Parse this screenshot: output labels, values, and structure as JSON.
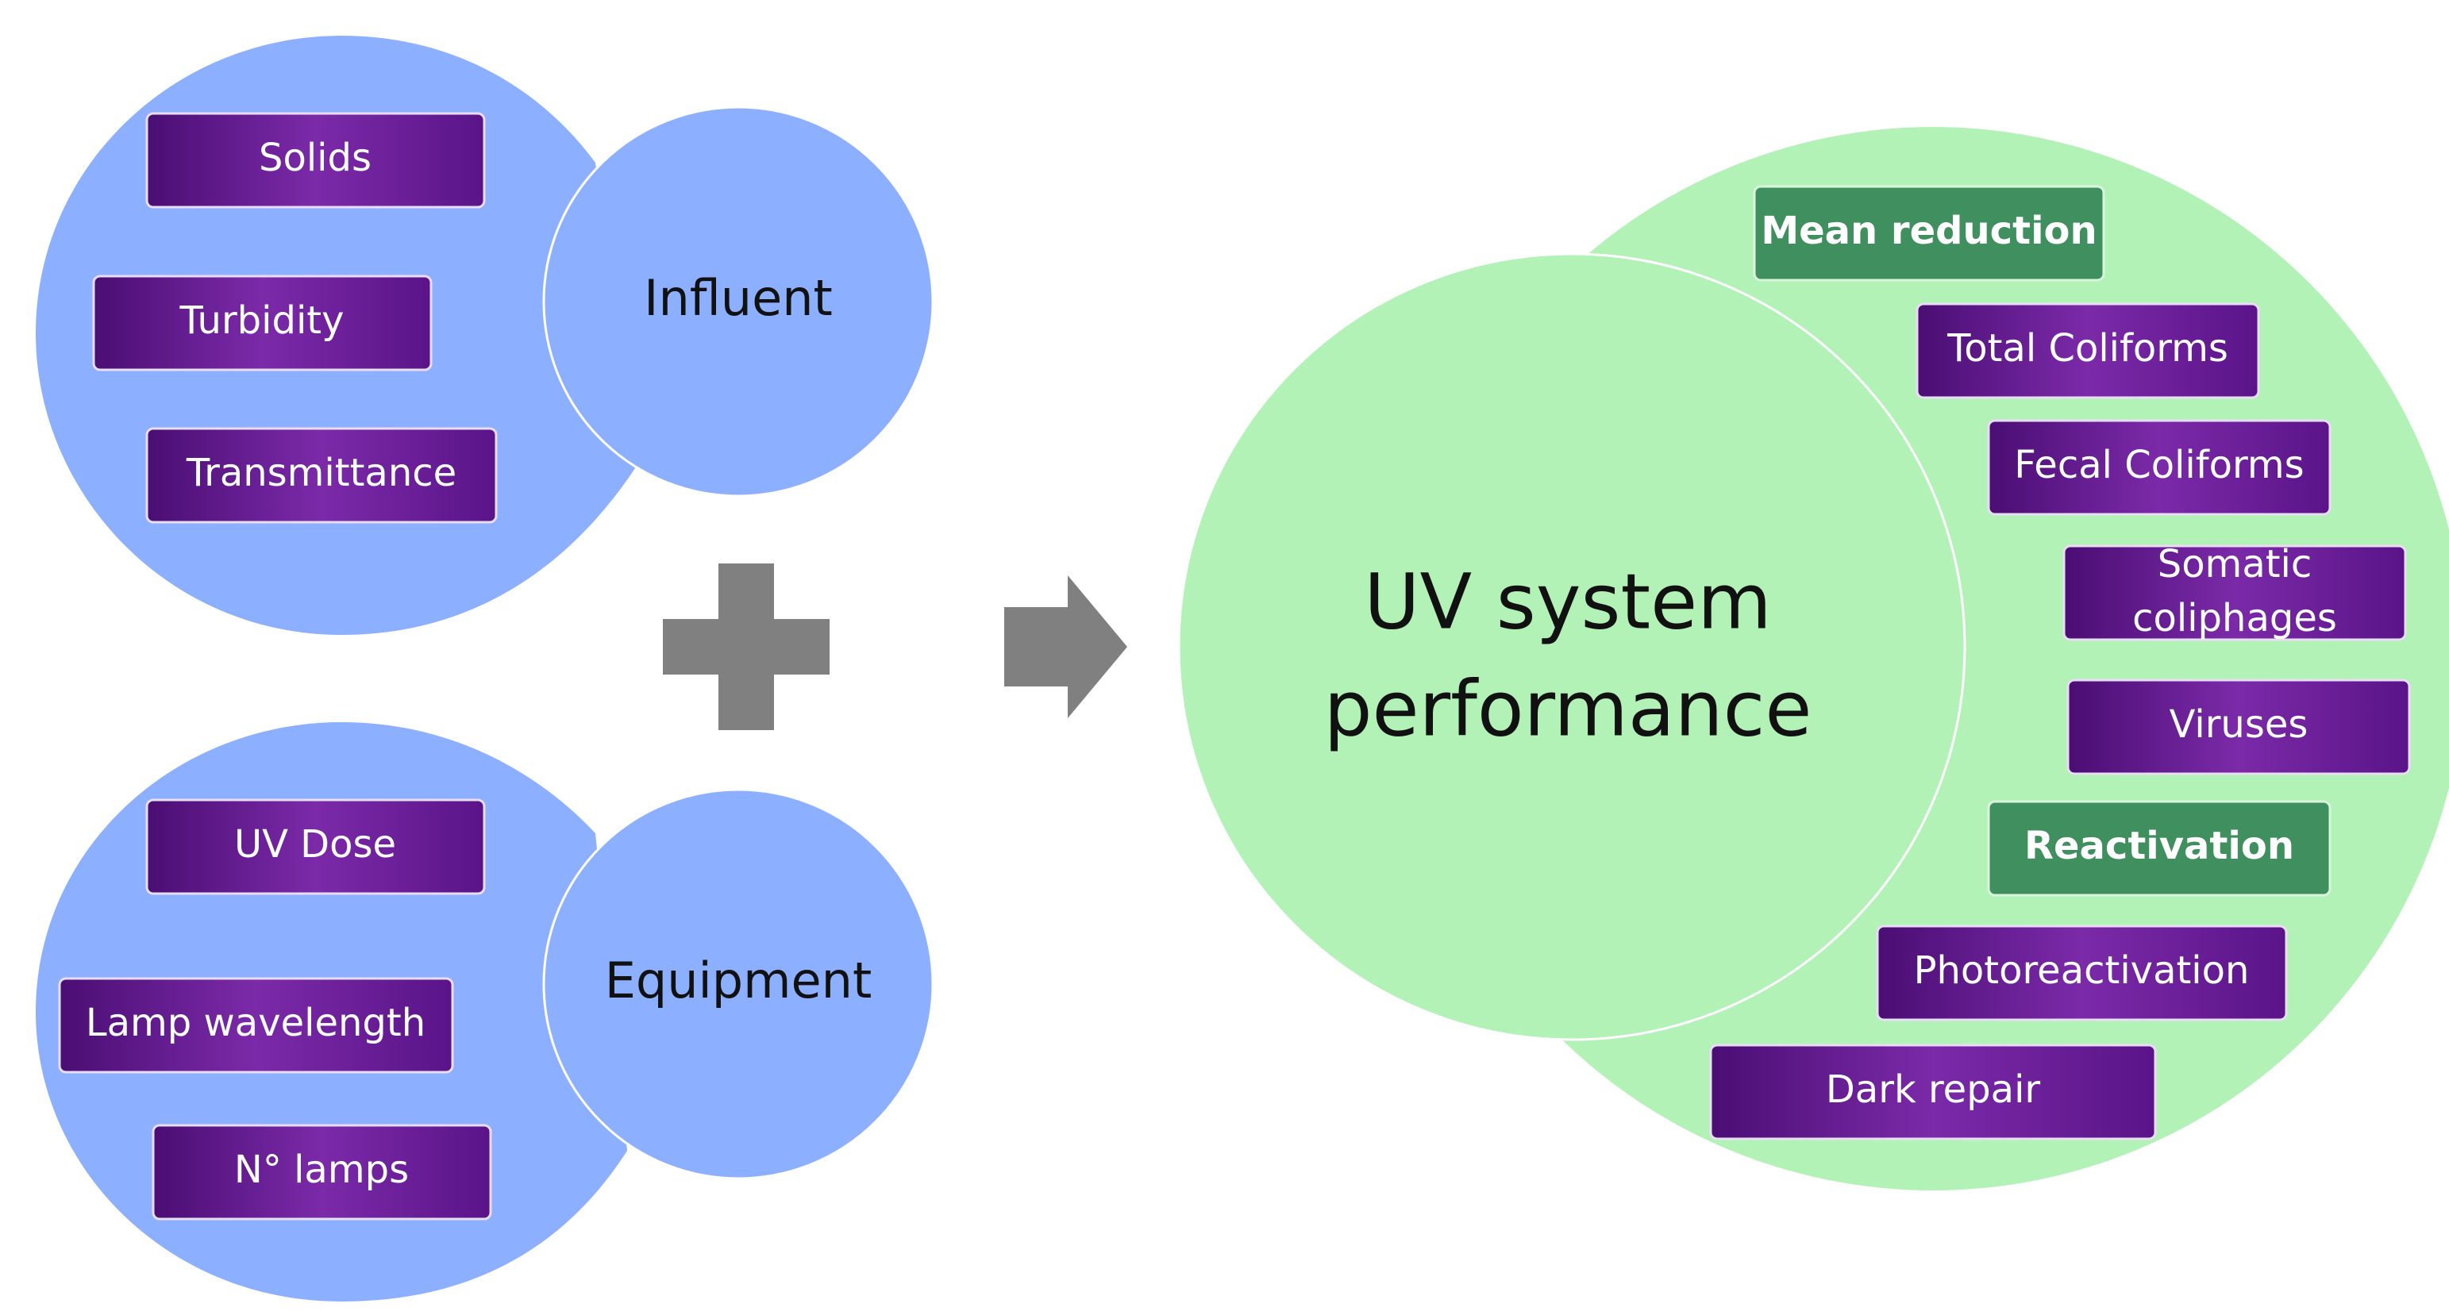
{
  "colors": {
    "blue_shape": "#8cb0ff",
    "green_shape": "#b2f2b7",
    "purple_pill": "#6a1b9a",
    "purple_pill_dark": "#4a0e73",
    "green_pill": "#3f8f5f",
    "operator_gray": "#808080"
  },
  "influent": {
    "label": "Influent",
    "items": [
      "Solids",
      "Turbidity",
      "Transmittance"
    ]
  },
  "equipment": {
    "label": "Equipment",
    "items": [
      "UV Dose",
      "Lamp wavelength",
      "N° lamps"
    ]
  },
  "operators": {
    "plus_icon": "plus-icon",
    "arrow_icon": "right-arrow-icon"
  },
  "performance": {
    "label_line1": "UV system",
    "label_line2": "performance",
    "items": [
      {
        "text": "Mean reduction",
        "kind": "heading"
      },
      {
        "text": "Total Coliforms",
        "kind": "item"
      },
      {
        "text": "Fecal Coliforms",
        "kind": "item"
      },
      {
        "text_line1": "Somatic",
        "text_line2": "coliphages",
        "kind": "item"
      },
      {
        "text": "Viruses",
        "kind": "item"
      },
      {
        "text": "Reactivation",
        "kind": "heading"
      },
      {
        "text": "Photoreactivation",
        "kind": "item"
      },
      {
        "text": "Dark repair",
        "kind": "item"
      }
    ]
  }
}
